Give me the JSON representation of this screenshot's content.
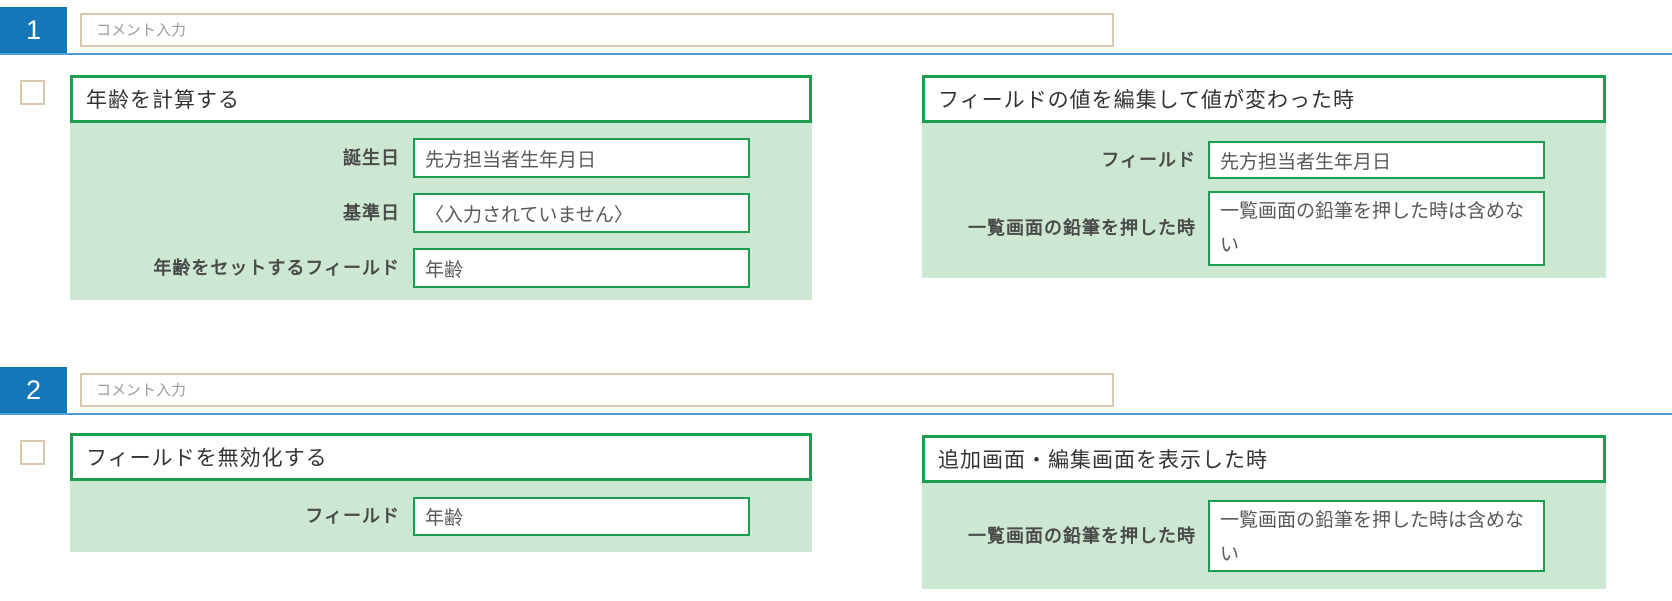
{
  "colors": {
    "badge_blue": "#1576b8",
    "divider_blue": "#4ba0d8",
    "green_border": "#1d9e4e",
    "green_body_bg": "#cde8d2",
    "tan_border": "#dac8ae"
  },
  "sections": [
    {
      "number": "1",
      "comment_placeholder": "コメント入力",
      "action_card": {
        "title": "年齢を計算する",
        "fields": [
          {
            "label": "誕生日",
            "value": "先方担当者生年月日"
          },
          {
            "label": "基準日",
            "value": "〈入力されていません〉"
          },
          {
            "label": "年齢をセットするフィールド",
            "value": "年齢"
          }
        ]
      },
      "trigger_card": {
        "title": "フィールドの値を編集して値が変わった時",
        "fields": [
          {
            "label": "フィールド",
            "value": "先方担当者生年月日"
          },
          {
            "label": "一覧画面の鉛筆を押した時",
            "value": "一覧画面の鉛筆を押した時は含めない"
          }
        ]
      }
    },
    {
      "number": "2",
      "comment_placeholder": "コメント入力",
      "action_card": {
        "title": "フィールドを無効化する",
        "fields": [
          {
            "label": "フィールド",
            "value": "年齢"
          }
        ]
      },
      "trigger_card": {
        "title": "追加画面・編集画面を表示した時",
        "fields": [
          {
            "label": "一覧画面の鉛筆を押した時",
            "value": "一覧画面の鉛筆を押した時は含めない"
          }
        ]
      }
    }
  ]
}
